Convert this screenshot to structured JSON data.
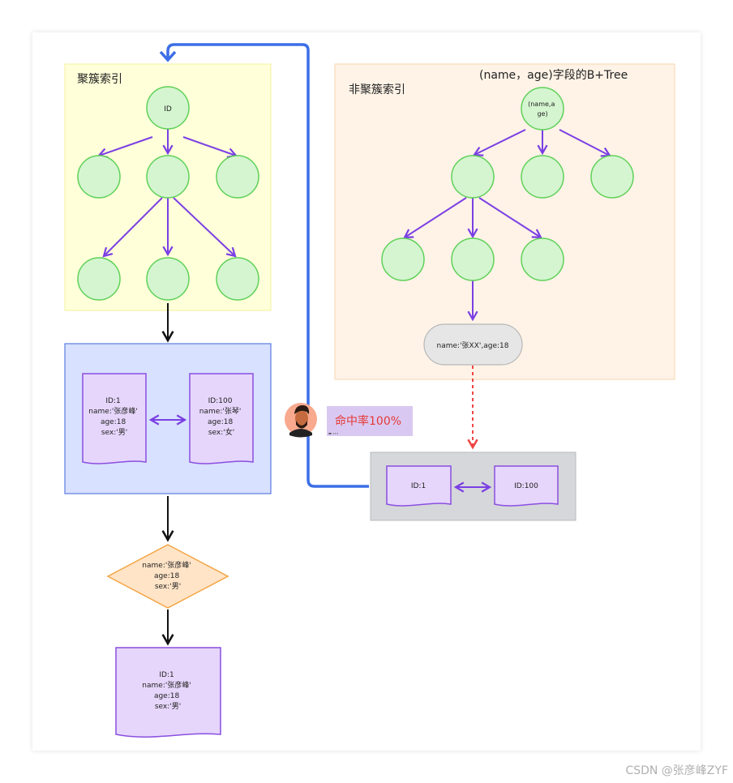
{
  "clustered_index": {
    "title": "聚簇索引",
    "root_label": "ID",
    "pages": [
      {
        "lines": [
          "ID:1",
          "name:'张彦峰'",
          "age:18",
          "sex:'男'"
        ]
      },
      {
        "lines": [
          "ID:100",
          "name:'张琴'",
          "age:18",
          "sex:'女'"
        ]
      }
    ],
    "condition": {
      "lines": [
        "name:'张彦峰'",
        "age:18",
        "sex:'男'"
      ]
    },
    "result": {
      "lines": [
        "ID:1",
        "name:'张彦峰'",
        "age:18",
        "sex:'男'"
      ]
    }
  },
  "nonclustered_index": {
    "title": "非聚簇索引",
    "subtitle": "(name，age)字段的B+Tree",
    "root_label_lines": [
      "(name,a",
      "ge)"
    ],
    "leaf_entry": "name:'张XX',age:18",
    "id_pages": [
      "ID:1",
      "ID:100"
    ]
  },
  "hit_rate": {
    "label": "命中率100%",
    "tiny_text": "▬ ∙∙∙"
  },
  "watermark": "CSDN @张彦峰ZYF",
  "colors": {
    "node_fill": "#d5f5d0",
    "node_stroke": "#5fd15a",
    "arrow_purple": "#7b3fe4",
    "arrow_blue": "#3c6ee6",
    "arrow_red": "#ef4444",
    "page_fill": "#e6d6fb",
    "page_stroke": "#8a4fe0"
  }
}
